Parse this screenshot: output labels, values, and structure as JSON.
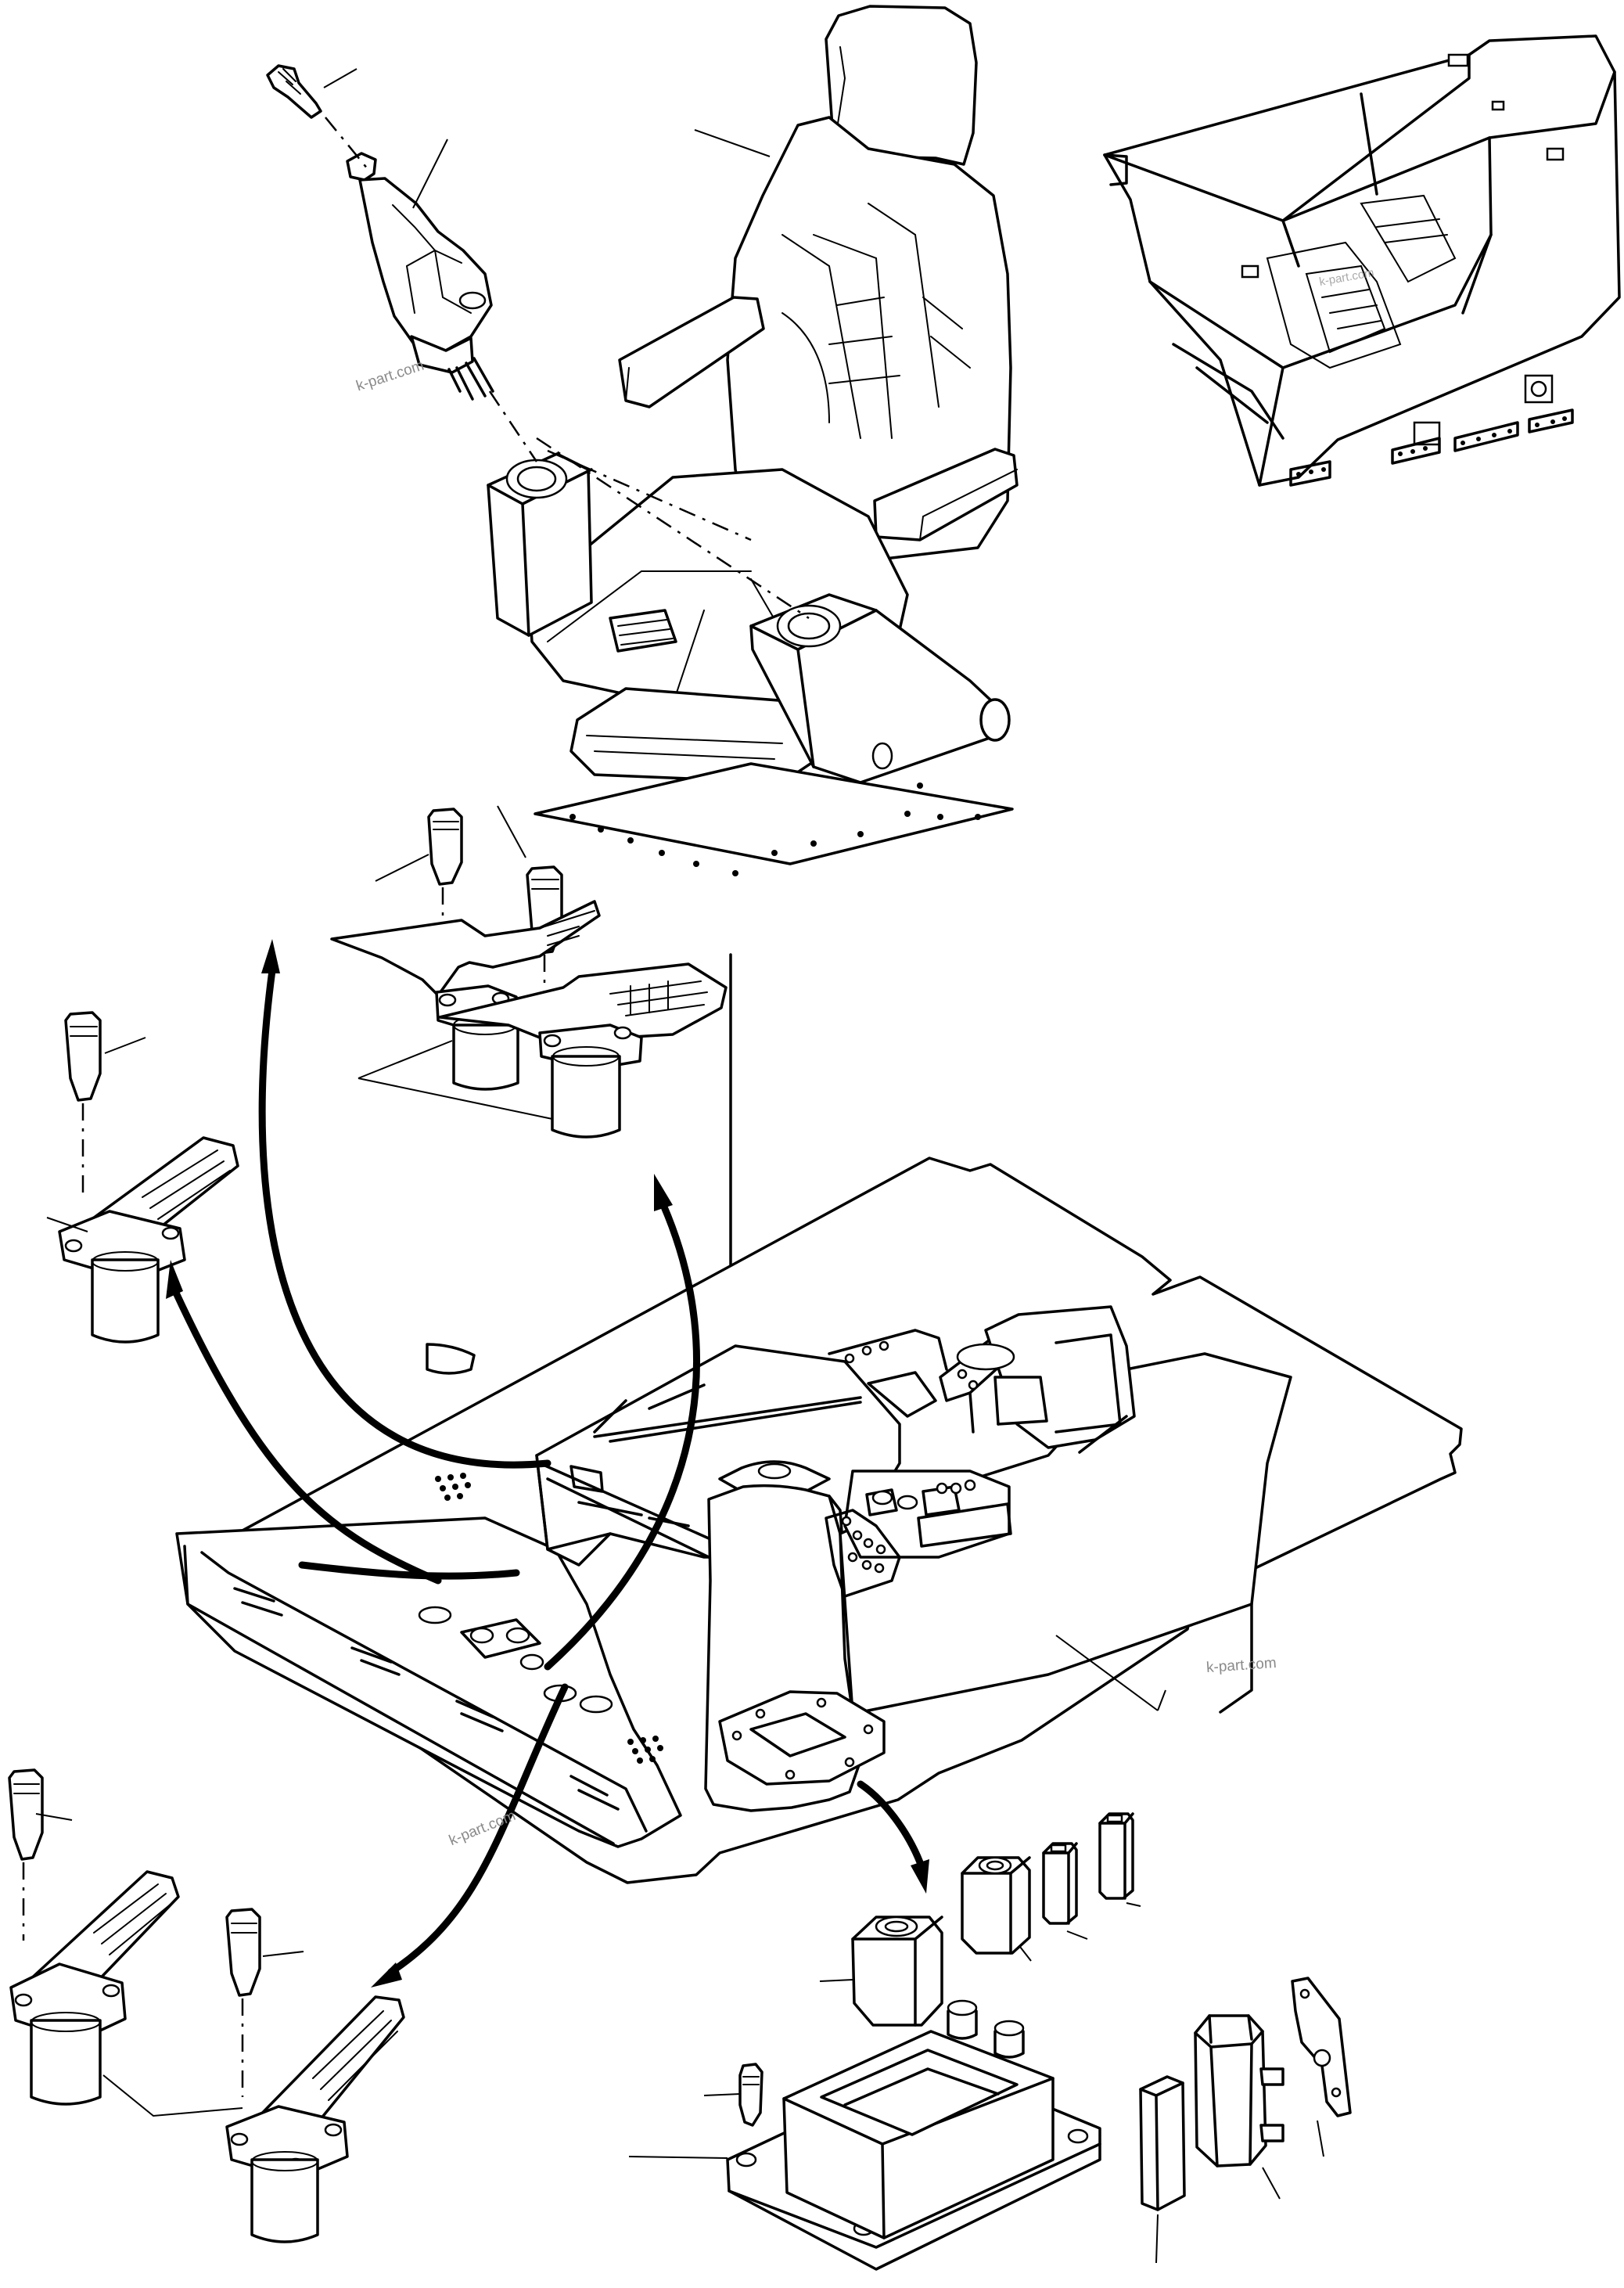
{
  "watermarks": [
    "k-part.com",
    "k-part.com",
    "k-part.com"
  ],
  "inset_watermark": "k-part.com",
  "icons": {
    "seat": "operator-seat",
    "joystick": "control-lever",
    "pedals": "travel-pedal",
    "floor": "cab-floor-assembly",
    "cab": "cab-overview",
    "switch_blocks": "control-blocks",
    "junction_box": "junction-box",
    "bracket": "mounting-bracket"
  }
}
